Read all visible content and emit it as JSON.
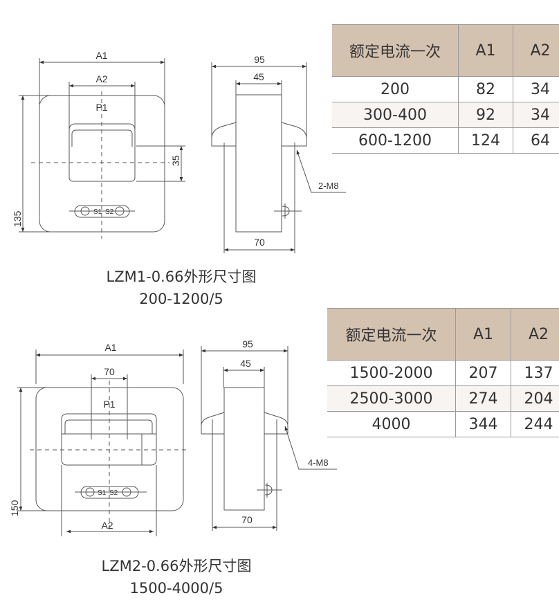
{
  "drawing1": {
    "front_labels": {
      "a1": "A1",
      "a2": "A2",
      "p1": "P1",
      "dim_35": "35",
      "height": "135",
      "s1": "S1",
      "s2": "S2"
    },
    "side_labels": {
      "width_95": "95",
      "width_45": "45",
      "width_70": "70",
      "bolts": "2-M8"
    },
    "caption_title": "LZM1-0.66外形尺寸图",
    "caption_range": "200-1200/5"
  },
  "drawing2": {
    "front_labels": {
      "a1": "A1",
      "a2": "A2",
      "dim_70": "70",
      "p1": "P1",
      "height": "150",
      "s1": "S1",
      "s2": "S2"
    },
    "side_labels": {
      "width_95": "95",
      "width_45": "45",
      "width_70": "70",
      "bolts": "4-M8"
    },
    "caption_title": "LZM2-0.66外形尺寸图",
    "caption_range": "1500-4000/5"
  },
  "table1": {
    "headers": [
      "额定电流一次",
      "A1",
      "A2"
    ],
    "rows": [
      [
        "200",
        "82",
        "34"
      ],
      [
        "300-400",
        "92",
        "34"
      ],
      [
        "600-1200",
        "124",
        "64"
      ]
    ]
  },
  "table2": {
    "headers": [
      "额定电流一次",
      "A1",
      "A2"
    ],
    "rows": [
      [
        "1500-2000",
        "207",
        "137"
      ],
      [
        "2500-3000",
        "274",
        "204"
      ],
      [
        "4000",
        "344",
        "244"
      ]
    ]
  },
  "colors": {
    "table_header": "#d4c2b0",
    "line": "#555555"
  }
}
